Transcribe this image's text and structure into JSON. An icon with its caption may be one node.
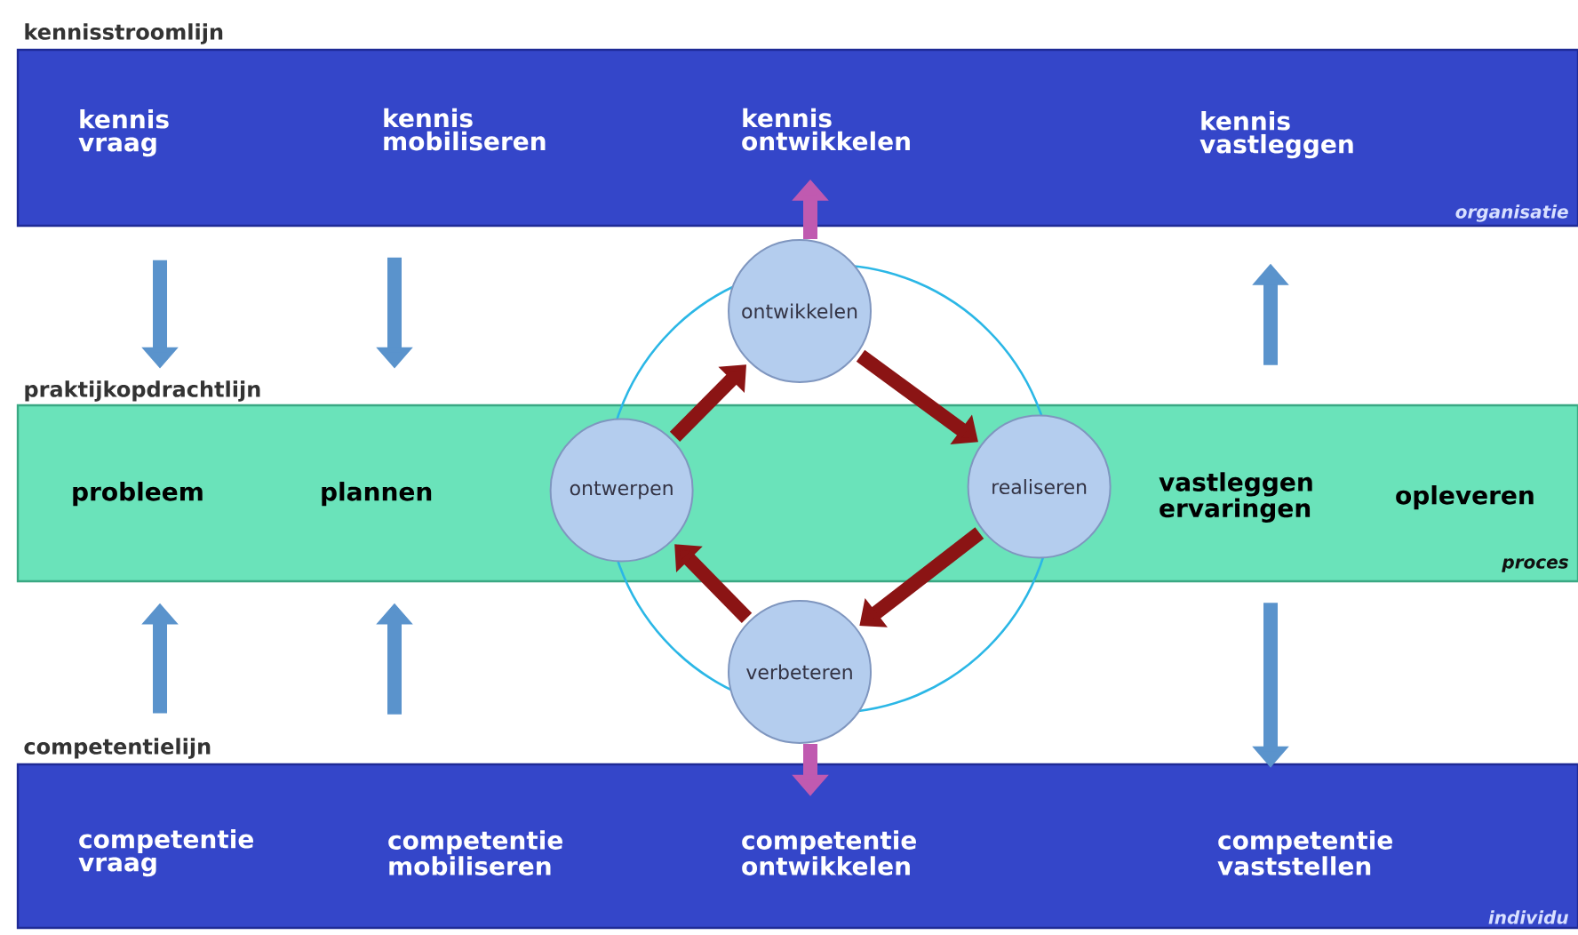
{
  "diagram": {
    "nodes": [
      {
        "text": [
          "kennisstroomlijn",
          "organisatie"
        ]
      },
      {
        "text": [
          "kennis vraag"
        ],
        "in": 0
      },
      {
        "text": [
          "kennis mobiliseren"
        ],
        "in": 0
      },
      {
        "text": [
          "kennis ontwikkelen"
        ],
        "in": 0
      },
      {
        "text": [
          "kennis vastleggen"
        ],
        "in": 0
      },
      {
        "text": [
          "praktijkopdrachtlijn",
          "proces"
        ]
      },
      {
        "text": [
          "probleem"
        ],
        "in": 5
      },
      {
        "text": [
          "plannen"
        ],
        "in": 5
      },
      {
        "text": [
          "ontwerpen"
        ],
        "in": 5
      },
      {
        "text": [
          "realiseren"
        ],
        "in": 5
      },
      {
        "text": [
          "vastleggen ervaringen"
        ],
        "in": 5
      },
      {
        "text": [
          "opleveren"
        ],
        "in": 5
      },
      {
        "text": [
          "ontwikkelen"
        ]
      },
      {
        "text": [
          "verbeteren"
        ]
      },
      {
        "text": [
          "competentielijn",
          "individu"
        ]
      },
      {
        "text": [
          "competentie vraag"
        ],
        "in": 14
      },
      {
        "text": [
          "competentie mobiliseren"
        ],
        "in": 14
      },
      {
        "text": [
          "competentie ontwikkelen"
        ],
        "in": 14
      },
      {
        "text": [
          "competentie vaststellen"
        ],
        "in": 14
      }
    ],
    "edges": [
      {
        "from": 1,
        "to": 6,
        "arrow": "to"
      },
      {
        "from": 2,
        "to": 7,
        "arrow": "to"
      },
      {
        "from": 10,
        "to": 4,
        "arrow": "to"
      },
      {
        "from": 15,
        "to": 6,
        "arrow": "to"
      },
      {
        "from": 16,
        "to": 7,
        "arrow": "to"
      },
      {
        "from": 10,
        "to": 18,
        "arrow": "to"
      },
      {
        "from": 8,
        "to": 12,
        "arrow": "to",
        "color": "#8b1414"
      },
      {
        "from": 12,
        "to": 9,
        "arrow": "to",
        "color": "#8b1414"
      },
      {
        "from": 9,
        "to": 13,
        "arrow": "to",
        "color": "#8b1414"
      },
      {
        "from": 13,
        "to": 8,
        "arrow": "to",
        "color": "#8b1414"
      },
      {
        "from": 12,
        "to": 3,
        "arrow": "to",
        "color": "#c05ab0"
      },
      {
        "from": 13,
        "to": 17,
        "arrow": "to",
        "color": "#c05ab0"
      }
    ]
  }
}
